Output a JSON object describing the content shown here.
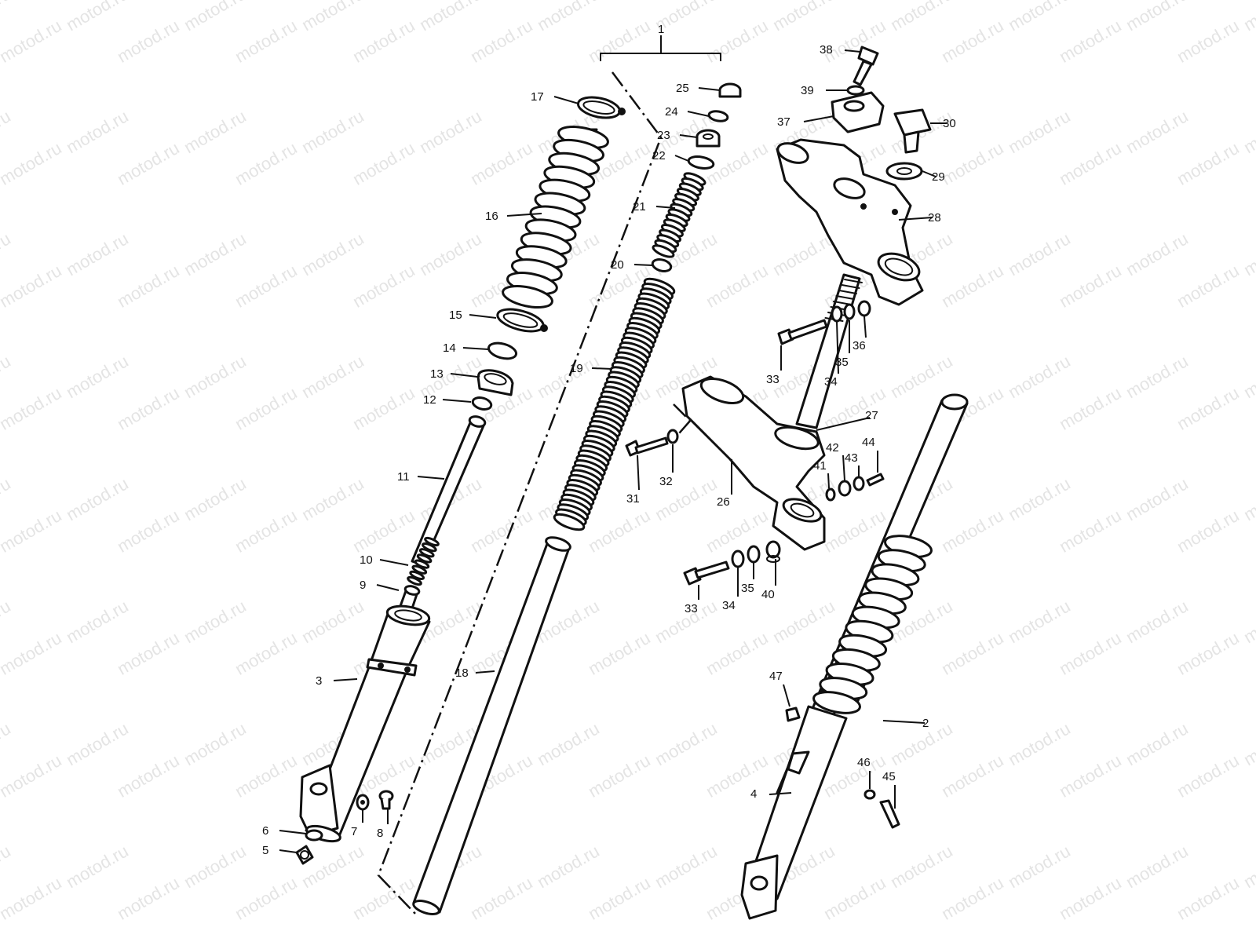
{
  "watermark": {
    "text": "motod.ru",
    "color": "#cfcfcf"
  },
  "group_label": "1",
  "callouts": [
    {
      "id": "c2",
      "text": "2"
    },
    {
      "id": "c3",
      "text": "3"
    },
    {
      "id": "c4",
      "text": "4"
    },
    {
      "id": "c5",
      "text": "5"
    },
    {
      "id": "c6",
      "text": "6"
    },
    {
      "id": "c7",
      "text": "7"
    },
    {
      "id": "c8",
      "text": "8"
    },
    {
      "id": "c9",
      "text": "9"
    },
    {
      "id": "c10",
      "text": "10"
    },
    {
      "id": "c11",
      "text": "11"
    },
    {
      "id": "c12",
      "text": "12"
    },
    {
      "id": "c13",
      "text": "13"
    },
    {
      "id": "c14",
      "text": "14"
    },
    {
      "id": "c15",
      "text": "15"
    },
    {
      "id": "c16",
      "text": "16"
    },
    {
      "id": "c17",
      "text": "17"
    },
    {
      "id": "c18",
      "text": "18"
    },
    {
      "id": "c19",
      "text": "19"
    },
    {
      "id": "c20",
      "text": "20"
    },
    {
      "id": "c21",
      "text": "21"
    },
    {
      "id": "c22",
      "text": "22"
    },
    {
      "id": "c23",
      "text": "23"
    },
    {
      "id": "c24",
      "text": "24"
    },
    {
      "id": "c25",
      "text": "25"
    },
    {
      "id": "c26",
      "text": "26"
    },
    {
      "id": "c27",
      "text": "27"
    },
    {
      "id": "c28",
      "text": "28"
    },
    {
      "id": "c29",
      "text": "29"
    },
    {
      "id": "c30",
      "text": "30"
    },
    {
      "id": "c31",
      "text": "31"
    },
    {
      "id": "c32",
      "text": "32"
    },
    {
      "id": "c33a",
      "text": "33"
    },
    {
      "id": "c33b",
      "text": "33"
    },
    {
      "id": "c34a",
      "text": "34"
    },
    {
      "id": "c34b",
      "text": "34"
    },
    {
      "id": "c35a",
      "text": "35"
    },
    {
      "id": "c35b",
      "text": "35"
    },
    {
      "id": "c36",
      "text": "36"
    },
    {
      "id": "c37",
      "text": "37"
    },
    {
      "id": "c38",
      "text": "38"
    },
    {
      "id": "c39",
      "text": "39"
    },
    {
      "id": "c40",
      "text": "40"
    },
    {
      "id": "c41",
      "text": "41"
    },
    {
      "id": "c42",
      "text": "42"
    },
    {
      "id": "c43",
      "text": "43"
    },
    {
      "id": "c44",
      "text": "44"
    },
    {
      "id": "c45",
      "text": "45"
    },
    {
      "id": "c46",
      "text": "46"
    },
    {
      "id": "c47",
      "text": "47"
    }
  ]
}
